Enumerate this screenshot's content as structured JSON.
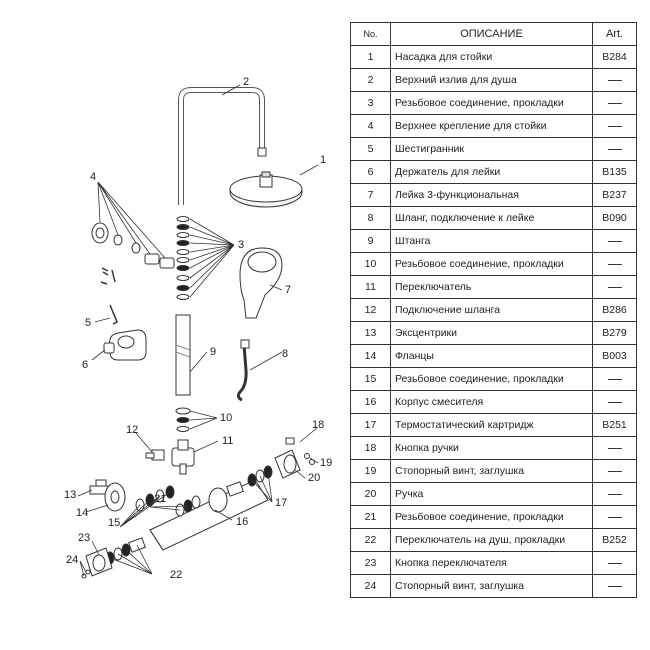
{
  "table": {
    "headers": {
      "no": "No.",
      "description": "ОПИСАНИЕ",
      "art": "Art."
    },
    "rows": [
      {
        "no": "1",
        "description": "Насадка для стойки",
        "art": "B284"
      },
      {
        "no": "2",
        "description": "Верхний излив для душа",
        "art": ""
      },
      {
        "no": "3",
        "description": "Резьбовое соединение, прокладки",
        "art": ""
      },
      {
        "no": "4",
        "description": "Верхнее крепление для стойки",
        "art": ""
      },
      {
        "no": "5",
        "description": "Шестигранник",
        "art": ""
      },
      {
        "no": "6",
        "description": "Держатель для лейки",
        "art": "B135"
      },
      {
        "no": "7",
        "description": "Лейка 3-функциональная",
        "art": "B237"
      },
      {
        "no": "8",
        "description": "Шланг, подключение к лейке",
        "art": "B090"
      },
      {
        "no": "9",
        "description": "Штанга",
        "art": ""
      },
      {
        "no": "10",
        "description": "Резьбовое соединение, прокладки",
        "art": ""
      },
      {
        "no": "11",
        "description": "Переключатель",
        "art": ""
      },
      {
        "no": "12",
        "description": "Подключение шланга",
        "art": "B286"
      },
      {
        "no": "13",
        "description": "Эксцентрики",
        "art": "B279"
      },
      {
        "no": "14",
        "description": "Фланцы",
        "art": "B003"
      },
      {
        "no": "15",
        "description": "Резьбовое соединение, прокладки",
        "art": ""
      },
      {
        "no": "16",
        "description": "Корпус смесителя",
        "art": ""
      },
      {
        "no": "17",
        "description": "Термостатический картридж",
        "art": "B251"
      },
      {
        "no": "18",
        "description": "Кнопка ручки",
        "art": ""
      },
      {
        "no": "19",
        "description": "Стопорный винт, заглушка",
        "art": ""
      },
      {
        "no": "20",
        "description": "Ручка",
        "art": ""
      },
      {
        "no": "21",
        "description": "Резьбовое соединение, прокладки",
        "art": ""
      },
      {
        "no": "22",
        "description": "Переключатель на душ, прокладки",
        "art": "B252"
      },
      {
        "no": "23",
        "description": "Кнопка переключателя",
        "art": ""
      },
      {
        "no": "24",
        "description": "Стопорный винт, заглушка",
        "art": ""
      }
    ]
  },
  "callouts": [
    "1",
    "2",
    "3",
    "4",
    "5",
    "6",
    "7",
    "8",
    "9",
    "10",
    "11",
    "12",
    "13",
    "14",
    "15",
    "16",
    "17",
    "18",
    "19",
    "20",
    "21",
    "22",
    "23",
    "24"
  ]
}
